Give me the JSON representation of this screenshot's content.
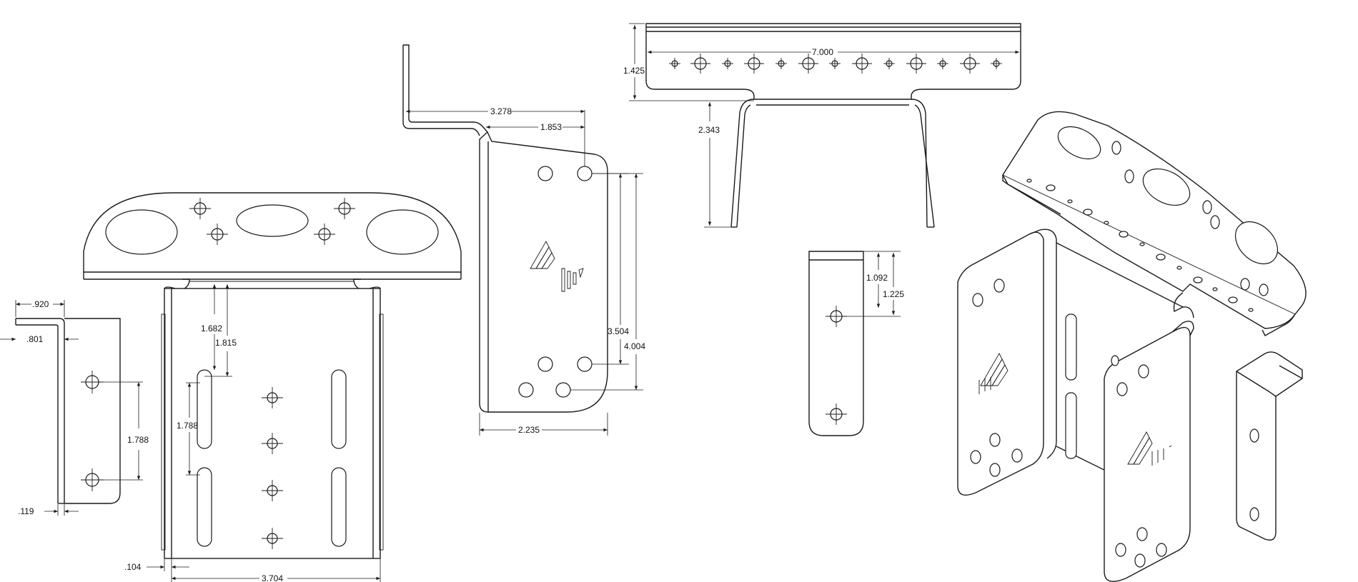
{
  "dimensions": {
    "small_bracket": {
      "flange_width": ".920",
      "flange_offset": ".801",
      "hole_spacing": "1.788",
      "thickness": ".119"
    },
    "front_view": {
      "top_to_hole_a": "1.682",
      "top_to_hole_b": "1.815",
      "slot_spacing": "1.788",
      "edge_offset": ".104",
      "overall_width": "3.704"
    },
    "side_view": {
      "overall_depth": "3.278",
      "hole_offset": "1.853",
      "hole_spacing_a": "3.504",
      "hole_spacing_b": "4.004",
      "plate_width": "2.235"
    },
    "top_view": {
      "overall_length": "7.000",
      "flange_height": "1.425",
      "leg_height": "2.343"
    },
    "strap": {
      "hole_offset_a": "1.092",
      "hole_offset_b": "1.225"
    }
  }
}
